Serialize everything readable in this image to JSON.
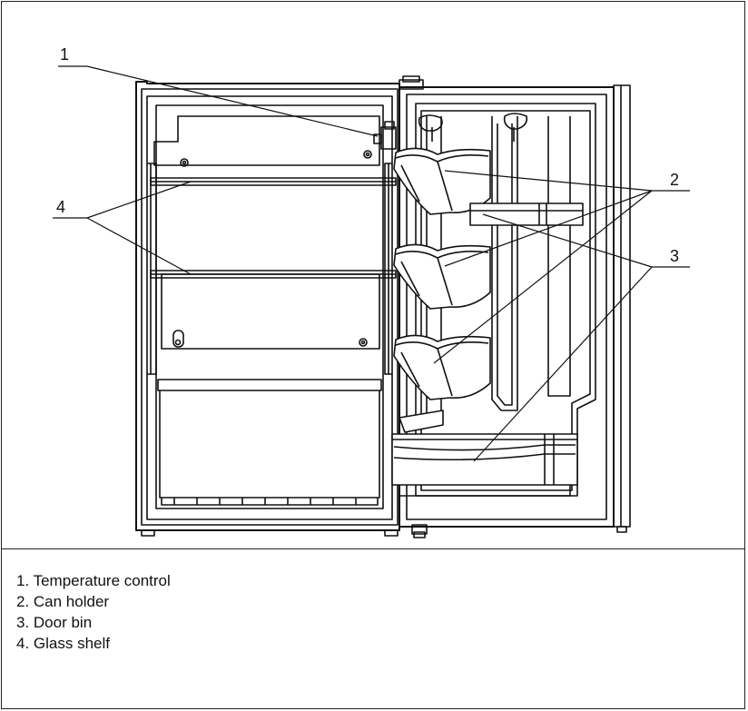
{
  "diagram": {
    "callouts": [
      {
        "number": "1",
        "target": "temperature-control"
      },
      {
        "number": "2",
        "target": "can-holder"
      },
      {
        "number": "3",
        "target": "door-bin"
      },
      {
        "number": "4",
        "target": "glass-shelf"
      }
    ]
  },
  "legend": {
    "items": [
      {
        "text": "1. Temperature control"
      },
      {
        "text": "2. Can holder"
      },
      {
        "text": "3. Door bin"
      },
      {
        "text": "4. Glass shelf"
      }
    ]
  }
}
